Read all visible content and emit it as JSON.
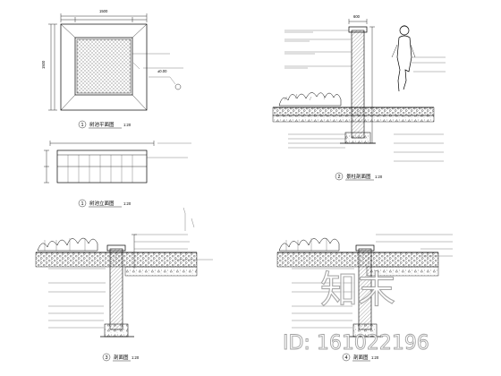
{
  "drawing": {
    "views": [
      {
        "id": "tree-pool-plan",
        "number": "1",
        "title": "树池平面图",
        "scale": "1:20"
      },
      {
        "id": "tree-pool-elevation",
        "number": "1",
        "title": "树池立面图",
        "scale": "1:20"
      },
      {
        "id": "post-section",
        "number": "2",
        "title": "景柱剖面图",
        "scale": "1:20"
      },
      {
        "id": "section-3",
        "number": "3",
        "title": "剖面图",
        "scale": "1:20"
      },
      {
        "id": "section-4",
        "number": "4",
        "title": "剖面图",
        "scale": "1:20"
      }
    ],
    "dimensions": {
      "plan_width": "1500",
      "plan_height": "1500",
      "post_width": "600",
      "elevation_mark": "±0.00"
    }
  },
  "watermark": {
    "brand": "知末",
    "id_text": "ID: 161022196"
  }
}
